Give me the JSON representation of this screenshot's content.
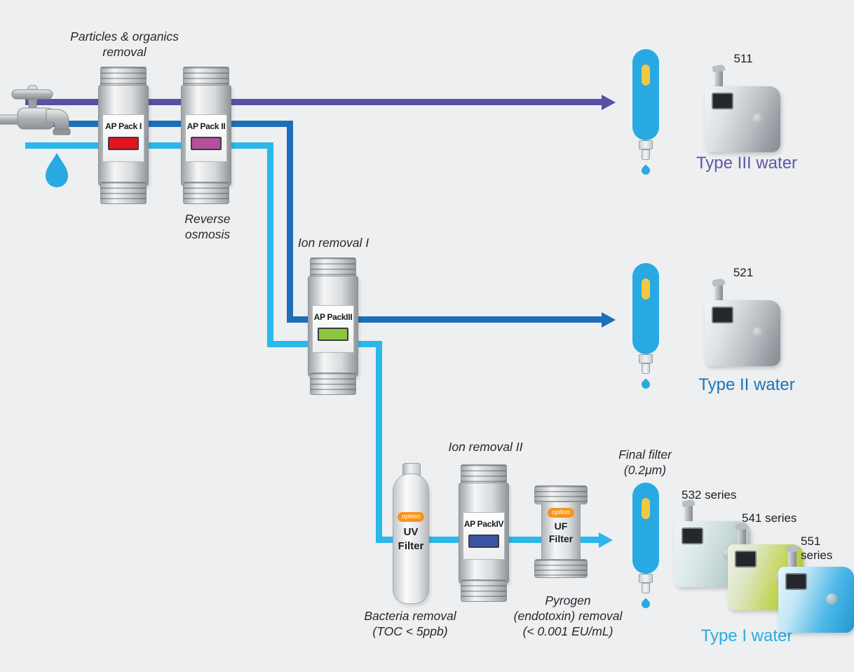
{
  "colors": {
    "background": "#edeff0",
    "line_type3": "#5a50a4",
    "line_type2": "#1d6fb8",
    "line_type1": "#2ab7ea",
    "dispenser_blue": "#29a9e2",
    "option_badge_orange": "#f7941d",
    "type3_text": "#6157a8",
    "type2_text": "#1b75bb",
    "type1_text": "#29abe2"
  },
  "stage_labels": {
    "particles": {
      "line1": "Particles & organics",
      "line2": "removal"
    },
    "reverse_osmosis": {
      "line1": "Reverse",
      "line2": "osmosis"
    },
    "ion_removal_1": "Ion removal I",
    "ion_removal_2": "Ion removal II",
    "final_filter": {
      "line1": "Final filter",
      "line2": "(0.2μm)"
    },
    "bacteria": {
      "line1": "Bacteria removal",
      "line2": "(TOC < 5ppb)"
    },
    "pyrogen": {
      "line1": "Pyrogen",
      "line2": "(endotoxin) removal",
      "line3": "(< 0.001 EU/mL)"
    }
  },
  "packs": [
    {
      "name": "AP Pack I",
      "bar_color": "#e31320"
    },
    {
      "name": "AP Pack II",
      "bar_color": "#b5509c"
    },
    {
      "name": "AP PackIII",
      "bar_color": "#8dc63f"
    },
    {
      "name": "AP PackIV",
      "bar_color": "#3a53a4"
    }
  ],
  "uv_filter": {
    "badge": "option",
    "line1": "UV",
    "line2": "Filter"
  },
  "uf_filter": {
    "badge": "option",
    "line1": "UF",
    "line2": "Filter"
  },
  "outputs": {
    "type3": {
      "model": "511",
      "label": "Type III water"
    },
    "type2": {
      "model": "521",
      "label": "Type II water"
    },
    "type1": {
      "models": [
        "532 series",
        "541 series",
        "551 series"
      ],
      "label": "Type I water"
    }
  }
}
